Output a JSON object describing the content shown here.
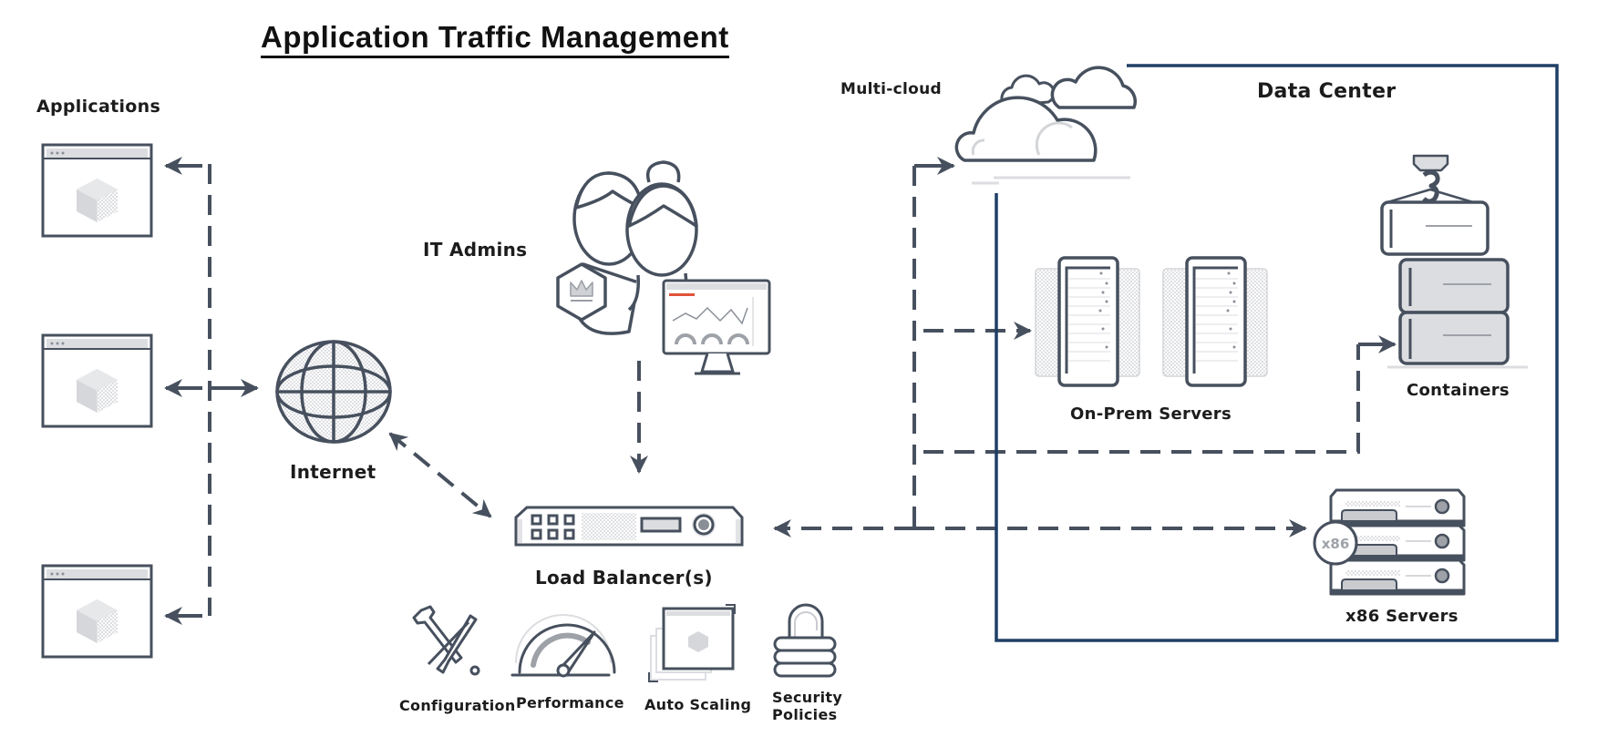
{
  "title": "Application Traffic Management",
  "labels": {
    "applications": "Applications",
    "internet": "Internet",
    "it_admins": "IT Admins",
    "load_balancers": "Load Balancer(s)",
    "multi_cloud": "Multi-cloud",
    "data_center": "Data Center",
    "on_prem_servers": "On-Prem Servers",
    "containers": "Containers",
    "x86_servers": "x86 Servers",
    "x86_badge": "x86"
  },
  "features": [
    {
      "label": "Configuration",
      "icon": "wrench-screwdriver-icon"
    },
    {
      "label": "Performance",
      "icon": "speedometer-icon"
    },
    {
      "label": "Auto Scaling",
      "icon": "stacked-windows-icon"
    },
    {
      "label": "Security Policies",
      "icon": "padlock-icon"
    }
  ],
  "colors": {
    "stroke": "#47505e",
    "datacenter_border": "#1f3f66",
    "light_fill": "#e6e7e9",
    "accent_red": "#e0533a"
  }
}
